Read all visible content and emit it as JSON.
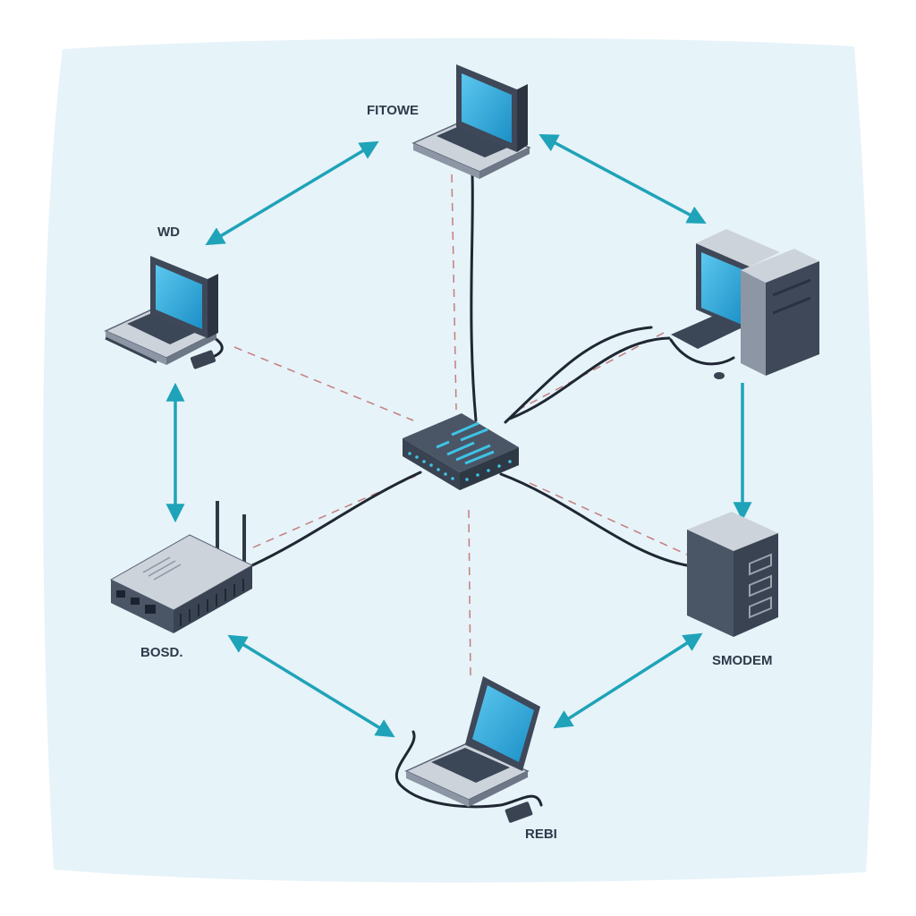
{
  "labels": {
    "top_laptop": "FITOWE",
    "left_laptop": "WD",
    "router": "BOSD.",
    "server": "SMODEM",
    "bottom_laptop": "REBI"
  },
  "colors": {
    "background_panel": "#e6f3f9",
    "arrow": "#1fa3b8",
    "cable": "#1f2733",
    "dashed_link": "#c47d7d",
    "screen": "#2ba6d9",
    "device_body": "#4a5566",
    "device_light": "#cdd3db"
  }
}
